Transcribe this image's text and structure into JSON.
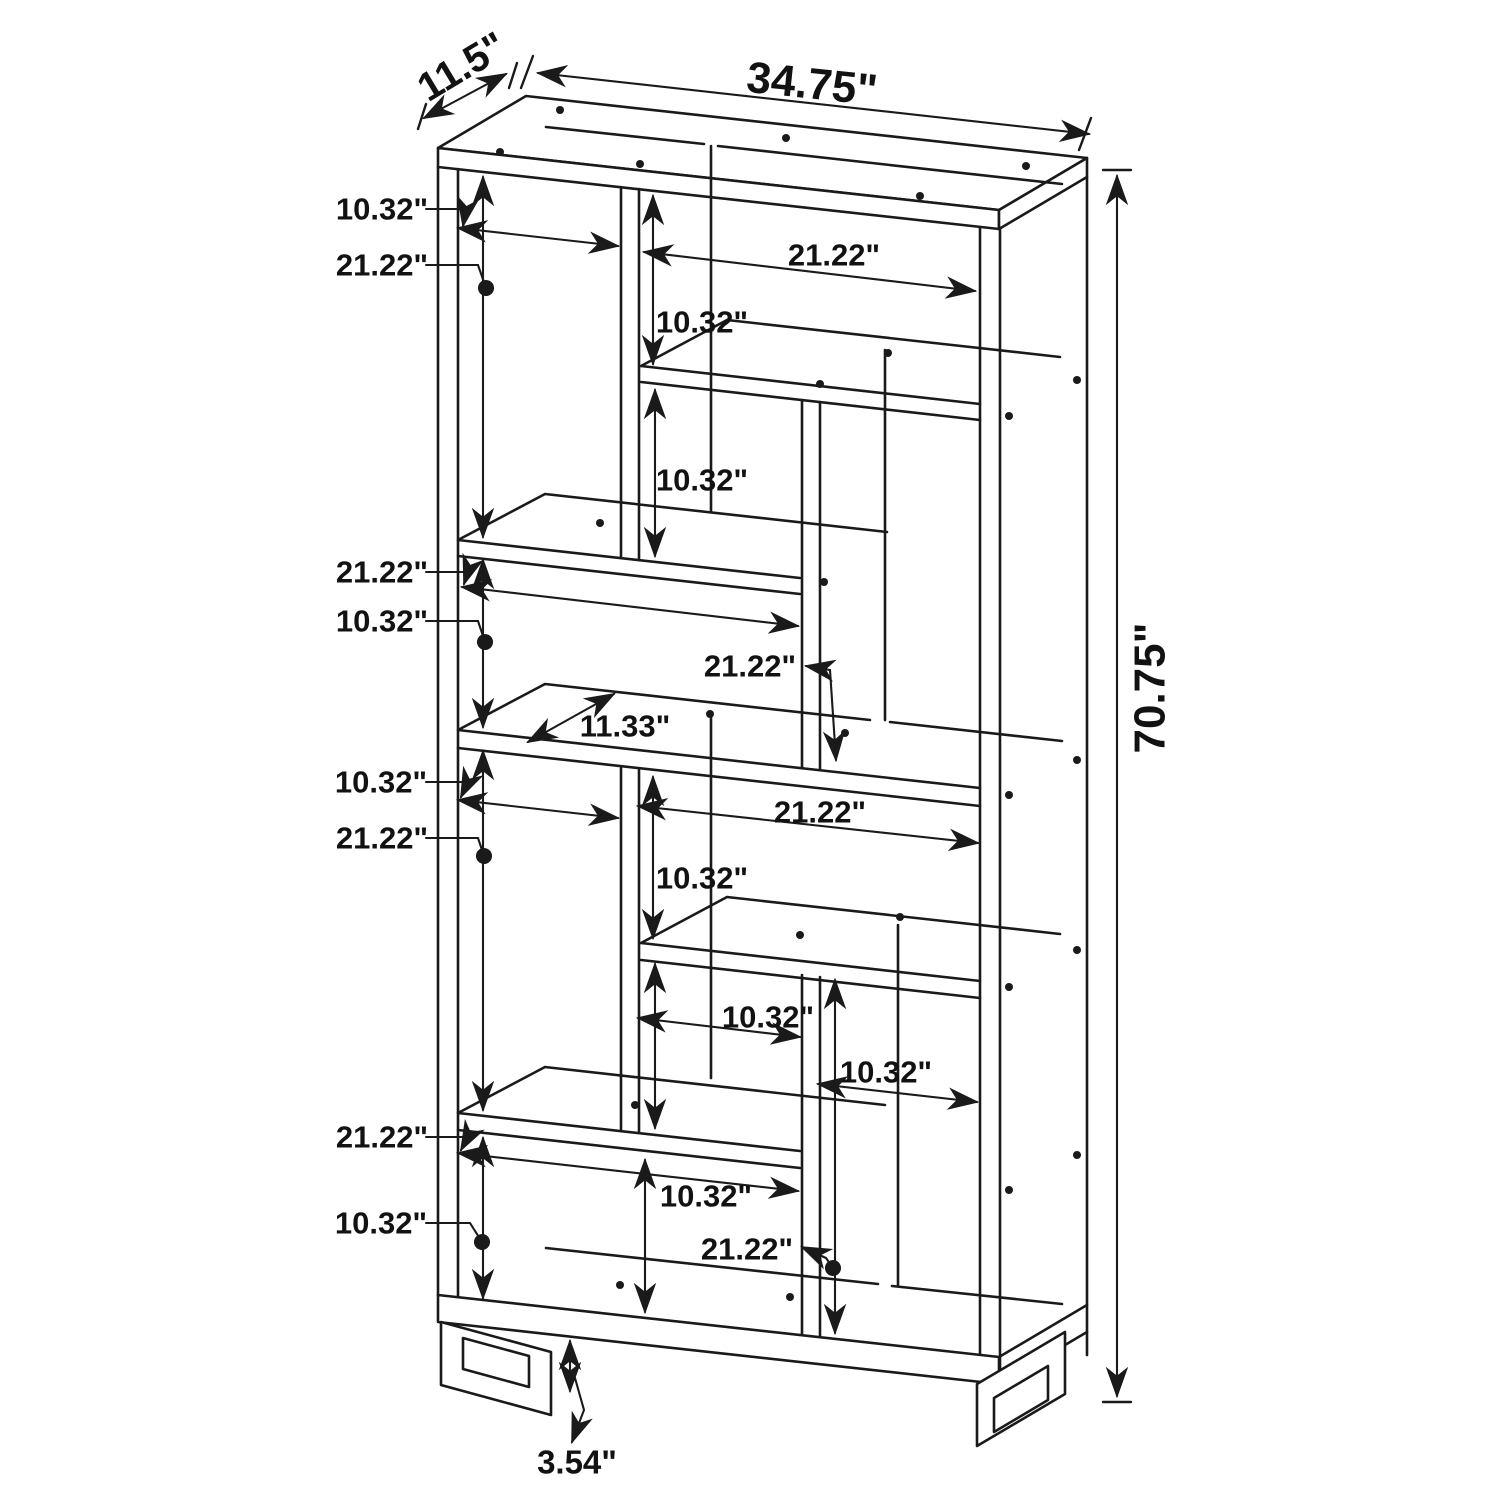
{
  "diagram": {
    "name": "bookcase-dimension-drawing",
    "background_color": "#ffffff",
    "line_color": "#1a1a1a",
    "overall_dimensions": {
      "width": "34.75\"",
      "depth": "11.5\"",
      "height": "70.75\"",
      "shelf_depth": "11.33\"",
      "leg_clearance": "3.54\"",
      "small_opening": "10.32\"",
      "large_opening": "21.22\""
    },
    "labels": [
      {
        "id": "overall-depth",
        "text": "11.5\""
      },
      {
        "id": "overall-width",
        "text": "34.75\""
      },
      {
        "id": "overall-height",
        "text": "70.75\""
      },
      {
        "id": "cell-a-width",
        "text": "10.32\""
      },
      {
        "id": "cell-a-height",
        "text": "21.22\""
      },
      {
        "id": "cell-b-width",
        "text": "21.22\""
      },
      {
        "id": "cell-b-height",
        "text": "10.32\""
      },
      {
        "id": "cell-c-width",
        "text": "10.32\""
      },
      {
        "id": "cell-c-height",
        "text": "21.22\""
      },
      {
        "id": "cell-d-width",
        "text": "21.22\""
      },
      {
        "id": "cell-d-height",
        "text": "10.32\""
      },
      {
        "id": "cell-e-width",
        "text": "21.22\""
      },
      {
        "id": "cell-e-height",
        "text": "10.32\""
      },
      {
        "id": "cell-f-height",
        "text": "10.32\""
      },
      {
        "id": "cell-right-height",
        "text": "21.22\""
      },
      {
        "id": "shelf-depth",
        "text": "11.33\""
      },
      {
        "id": "cell-g-width",
        "text": "21.22\""
      },
      {
        "id": "cell-g-height",
        "text": "10.32\""
      },
      {
        "id": "cell-h1-width",
        "text": "10.32\""
      },
      {
        "id": "cell-h2-width",
        "text": "10.32\""
      },
      {
        "id": "cell-mid-bottom-height",
        "text": "10.32\""
      },
      {
        "id": "cell-h2-height",
        "text": "21.22\""
      },
      {
        "id": "leg-height",
        "text": "3.54\""
      }
    ]
  }
}
